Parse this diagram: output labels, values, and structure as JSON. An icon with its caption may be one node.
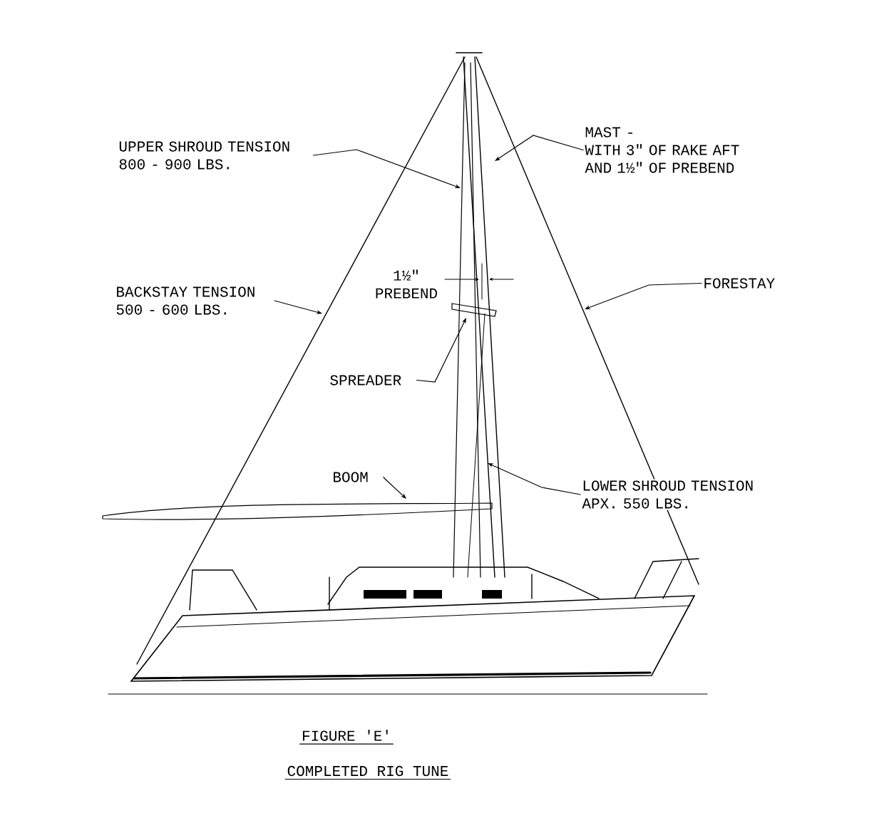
{
  "diagram": {
    "title": "FIGURE 'E'",
    "caption": "COMPLETED RIG TUNE",
    "nodes": [
      {
        "text": [
          "UPPER SHROUD TENSION 800 - 900 LBS."
        ]
      },
      {
        "text": [
          "MAST -",
          "WITH 3\" OF RAKE AFT AND 1½\" OF PREBEND"
        ]
      },
      {
        "text": [
          "BACKSTAY TENSION 500 - 600 LBS."
        ]
      },
      {
        "text": [
          "FORESTAY"
        ]
      },
      {
        "text": [
          "SPREADER"
        ]
      },
      {
        "text": [
          "BOOM"
        ]
      },
      {
        "text": [
          "LOWER SHROUD TENSION APX. 550 LBS."
        ]
      }
    ],
    "edges": [
      {
        "from": 0,
        "to": null,
        "arrow": "to"
      },
      {
        "from": 1,
        "to": null,
        "arrow": "to"
      },
      {
        "from": 2,
        "to": null,
        "arrow": "to"
      },
      {
        "from": 3,
        "to": null,
        "arrow": "to"
      },
      {
        "from": 4,
        "to": null,
        "arrow": "to"
      },
      {
        "from": 5,
        "to": null,
        "arrow": "to"
      },
      {
        "from": 6,
        "to": null,
        "arrow": "to"
      }
    ],
    "labels": [
      "1½\" PREBEND"
    ]
  }
}
